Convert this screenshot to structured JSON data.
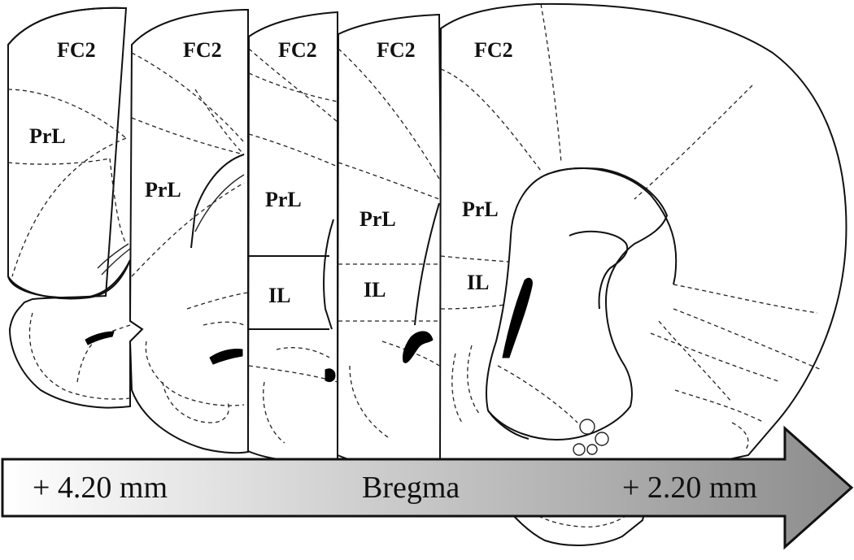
{
  "sections": [
    {
      "fc2": "FC2",
      "prl": "PrL"
    },
    {
      "fc2": "FC2",
      "prl": "PrL"
    },
    {
      "fc2": "FC2",
      "prl": "PrL",
      "il": "IL"
    },
    {
      "fc2": "FC2",
      "prl": "PrL",
      "il": "IL"
    },
    {
      "fc2": "FC2",
      "prl": "PrL",
      "il": "IL"
    }
  ],
  "arrow": {
    "left_label": "+ 4.20 mm",
    "center_label": "Bregma",
    "right_label": "+ 2.20 mm",
    "gradient_start": "#ffffff",
    "gradient_end": "#8c8c8c"
  }
}
